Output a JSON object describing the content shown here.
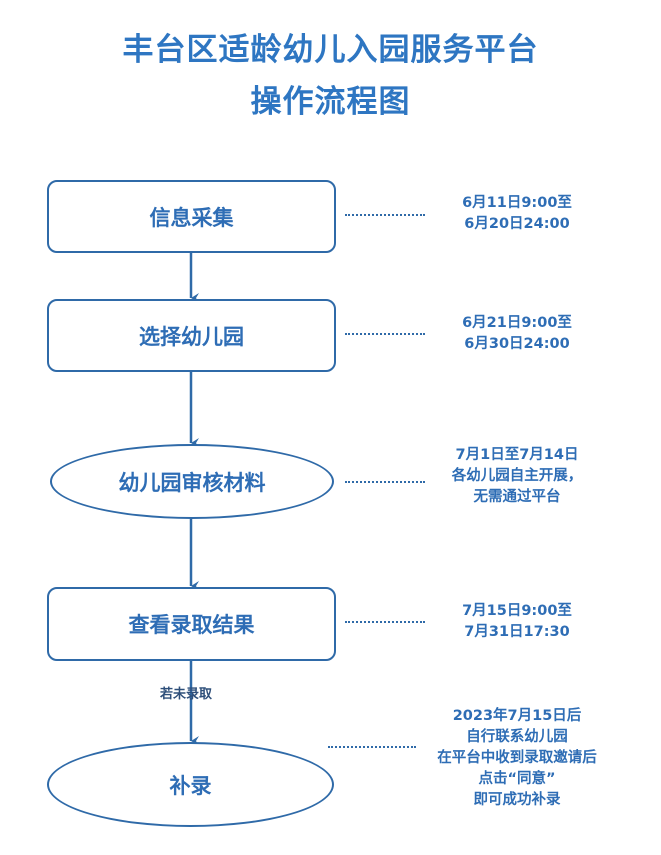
{
  "title": {
    "line1": "丰台区适龄幼儿入园服务平台",
    "line2": "操作流程图"
  },
  "steps": [
    {
      "label": "信息采集",
      "shape": "rectangle",
      "note": [
        "6月11日9:00至",
        "6月20日24:00"
      ]
    },
    {
      "label": "选择幼儿园",
      "shape": "rectangle",
      "note": [
        "6月21日9:00至",
        "6月30日24:00"
      ]
    },
    {
      "label": "幼儿园审核材料",
      "shape": "ellipse",
      "note": [
        "7月1日至7月14日",
        "各幼儿园自主开展，",
        "无需通过平台"
      ]
    },
    {
      "label": "查看录取结果",
      "shape": "rectangle",
      "note": [
        "7月15日9:00至",
        "7月31日17:30"
      ]
    },
    {
      "label": "补录",
      "shape": "ellipse",
      "note": [
        "2023年7月15日后",
        "自行联系幼儿园",
        "在平台中收到录取邀请后",
        "点击“同意”",
        "即可成功补录"
      ]
    }
  ],
  "branch_label": "若未录取",
  "colors": {
    "title": "#2e76c2",
    "border": "#2f6aa8",
    "text": "#2e6db5"
  }
}
